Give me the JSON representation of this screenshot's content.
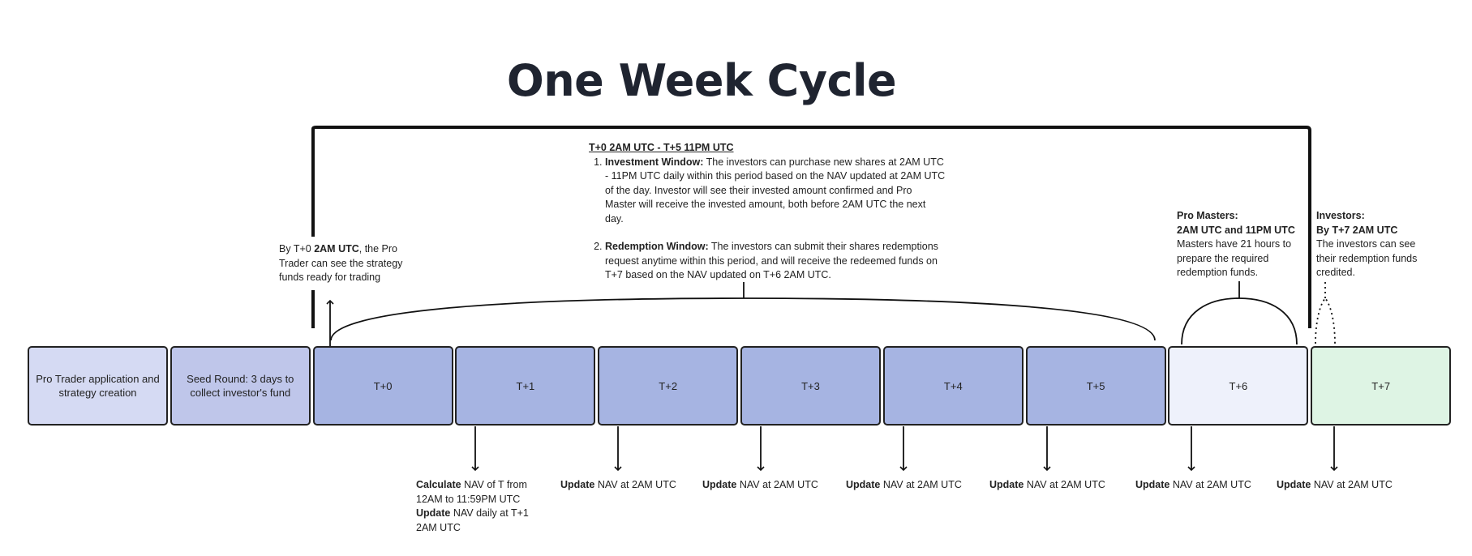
{
  "title": "One Week Cycle",
  "colors": {
    "phase1": "#d5daf3",
    "phase2": "#bfc6ea",
    "window": "#a6b4e2",
    "t6": "#eef1fb",
    "t7": "#def4e4",
    "stroke": "#222222"
  },
  "boxes": [
    "Pro Trader application and strategy creation",
    "Seed Round: 3 days  to collect investor's fund",
    "T+0",
    "T+1",
    "T+2",
    "T+3",
    "T+4",
    "T+5",
    "T+6",
    "T+7"
  ],
  "left_note": {
    "pre": "By T+0 ",
    "bold": "2AM UTC",
    "post": ", the Pro Trader can see the strategy funds ready for trading"
  },
  "period": {
    "heading": "T+0 2AM UTC - T+5 11PM UTC",
    "items": [
      {
        "bold": "Investment Window:",
        "text": " The investors can purchase new shares at 2AM UTC - 11PM UTC daily within this period based on the NAV updated at 2AM UTC of the day. Investor will see their invested amount confirmed and Pro Master will receive the invested amount, both before 2AM UTC the next day."
      },
      {
        "bold": "Redemption Window:",
        "text": " The investors can submit their shares redemptions request anytime within this period, and will receive the redeemed funds on T+7 based on the NAV updated on T+6 2AM UTC."
      }
    ]
  },
  "pro_masters": {
    "title": "Pro Masters:",
    "time": "2AM UTC and 11PM UTC",
    "text": "Masters have 21 hours to prepare the required redemption funds."
  },
  "investors": {
    "title": "Investors:",
    "time": "By T+7 2AM UTC",
    "text": "The investors can see their redemption funds credited."
  },
  "calc_note": {
    "b1": "Calculate",
    "t1": " NAV of T from 12AM to 11:59PM UTC",
    "b2": "Update",
    "t2": " NAV daily at T+1 2AM UTC"
  },
  "update_notes": [
    {
      "bold": "Update",
      "text": " NAV at 2AM UTC"
    },
    {
      "bold": "Update",
      "text": " NAV at 2AM UTC"
    },
    {
      "bold": "Update",
      "text": " NAV at 2AM UTC"
    },
    {
      "bold": "Update",
      "text": " NAV at 2AM UTC"
    },
    {
      "bold": "Update",
      "text": " NAV at 2AM UTC"
    },
    {
      "bold": "Update",
      "text": " NAV at 2AM UTC"
    }
  ]
}
